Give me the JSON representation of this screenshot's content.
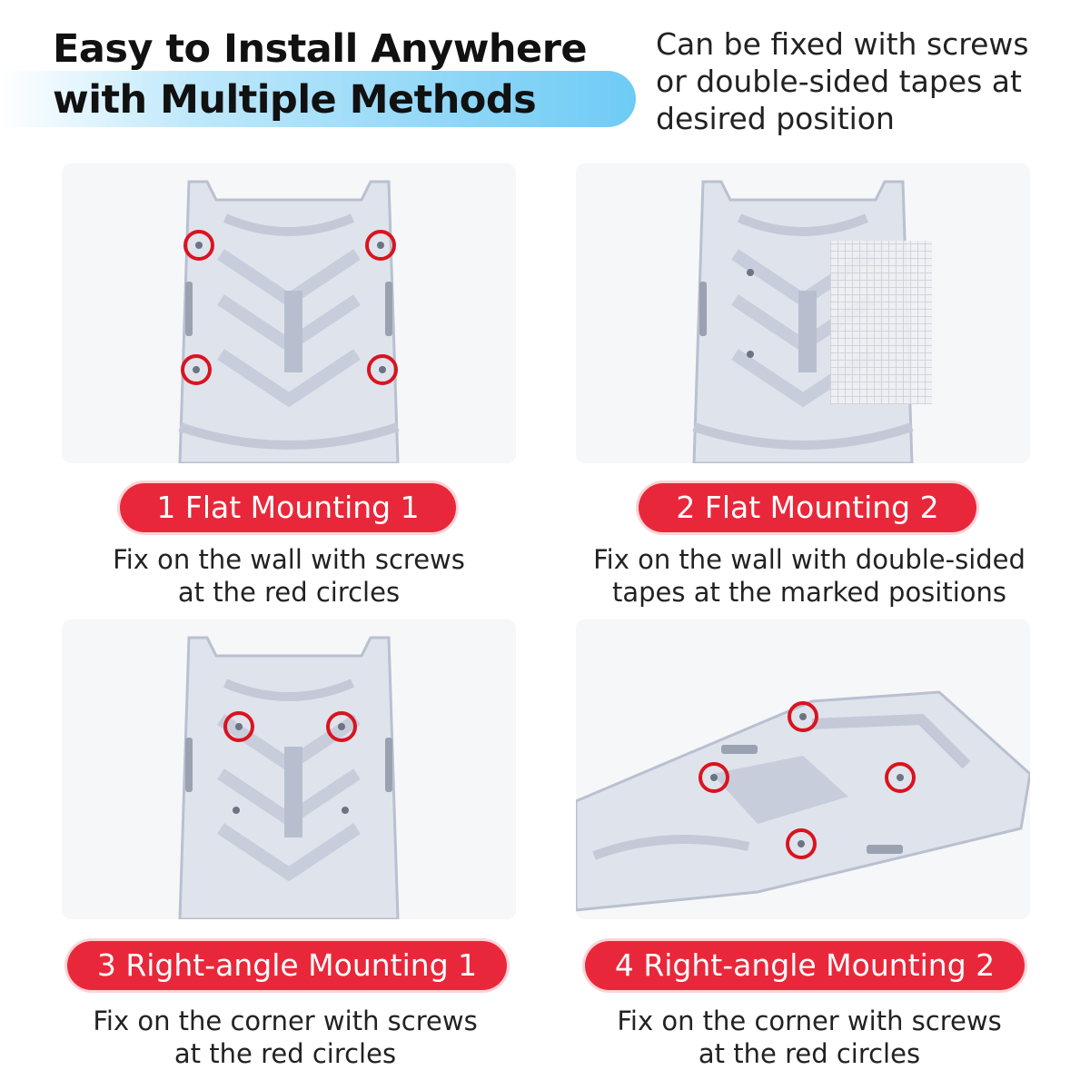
{
  "header": {
    "title_line1": "Easy to Install Anywhere",
    "title_line2": "with Multiple Methods",
    "subtitle_line1": "Can be fixed with screws",
    "subtitle_line2": "or double-sided tapes at",
    "subtitle_line3": "desired position",
    "accent_color": "#6ecbf5"
  },
  "methods": [
    {
      "label": "1 Flat Mounting 1",
      "desc_line1": "Fix on the wall with screws",
      "desc_line2": "at the red circles"
    },
    {
      "label": "2 Flat Mounting 2",
      "desc_line1": "Fix on the wall with double-sided",
      "desc_line2": "tapes at the marked positions"
    },
    {
      "label": "3 Right-angle Mounting 1",
      "desc_line1": "Fix on the corner with screws",
      "desc_line2": "at the red circles"
    },
    {
      "label": "4 Right-angle Mounting 2",
      "desc_line1": "Fix on the corner with screws",
      "desc_line2": "at the red circles"
    }
  ],
  "colors": {
    "pill_red": "#e8283a",
    "circle_red": "#d9141f",
    "plastic": "#dfe3ec"
  }
}
